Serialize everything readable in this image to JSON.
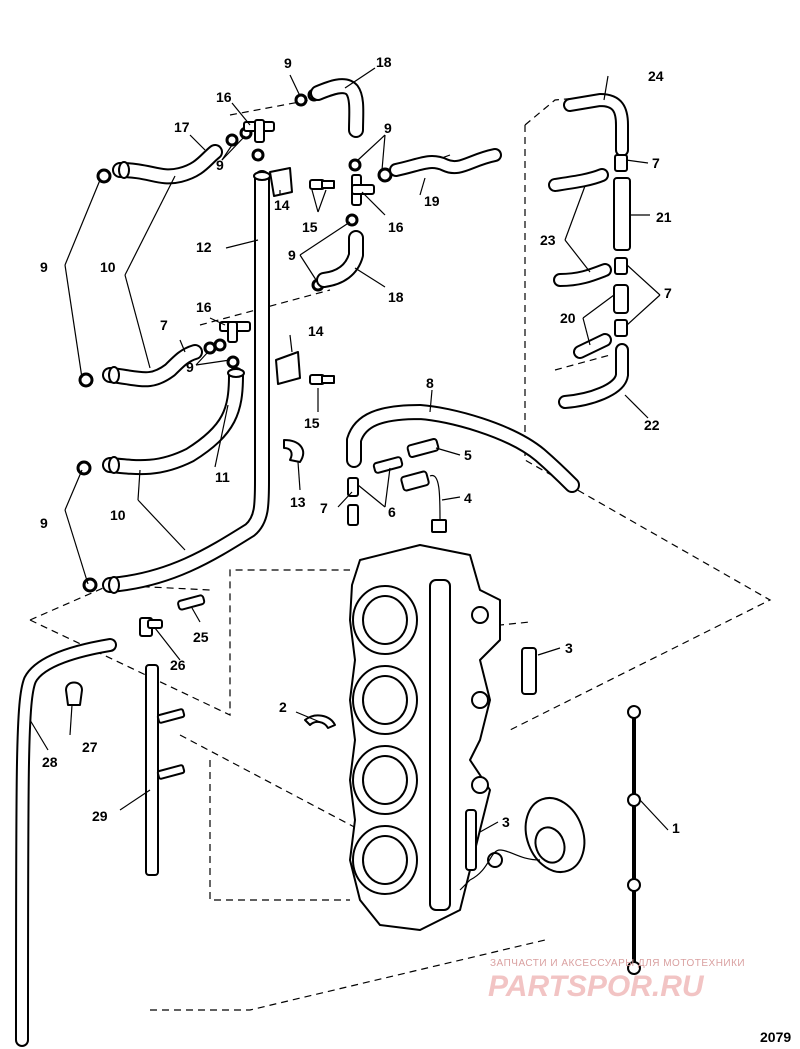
{
  "figure_number": "2079",
  "watermark": {
    "tagline": "ЗАПЧАСТИ И АКСЕССУАРЫ ДЛЯ МОТОТЕХНИКИ",
    "brand": "PARTSPOR.RU"
  },
  "callouts": [
    "1",
    "2",
    "3",
    "3",
    "4",
    "5",
    "6",
    "7",
    "7",
    "7",
    "7",
    "8",
    "9",
    "9",
    "9",
    "9",
    "9",
    "9",
    "9",
    "10",
    "10",
    "11",
    "12",
    "13",
    "14",
    "14",
    "15",
    "15",
    "16",
    "16",
    "16",
    "17",
    "18",
    "18",
    "19",
    "20",
    "21",
    "22",
    "23",
    "24",
    "25",
    "26",
    "27",
    "28",
    "29"
  ],
  "colors": {
    "ink": "#000000",
    "paper": "#ffffff",
    "watermark": "#f2c4c4"
  }
}
